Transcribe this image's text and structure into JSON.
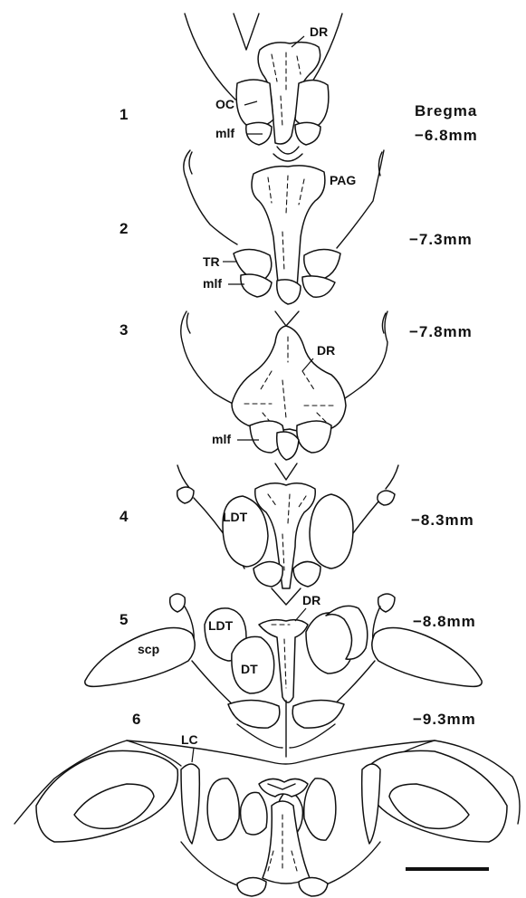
{
  "sections": [
    {
      "number": "1",
      "bregma_title": "Bregma",
      "level": "−6.8mm"
    },
    {
      "number": "2",
      "level": "−7.3mm"
    },
    {
      "number": "3",
      "level": "−7.8mm"
    },
    {
      "number": "4",
      "level": "−8.3mm"
    },
    {
      "number": "5",
      "level": "−8.8mm"
    },
    {
      "number": "6",
      "level": "−9.3mm"
    }
  ],
  "labels": {
    "s1": {
      "dr": "DR",
      "oc": "OC",
      "mlf": "mlf"
    },
    "s2": {
      "pag": "PAG",
      "tr": "TR",
      "mlf": "mlf"
    },
    "s3": {
      "dr": "DR",
      "mlf": "mlf"
    },
    "s4": {
      "ldt": "LDT"
    },
    "s5": {
      "dr": "DR",
      "ldt": "LDT",
      "dt": "DT",
      "scp": "scp"
    },
    "s6": {
      "lc": "LC"
    }
  },
  "scale_bar": {
    "present": true
  }
}
